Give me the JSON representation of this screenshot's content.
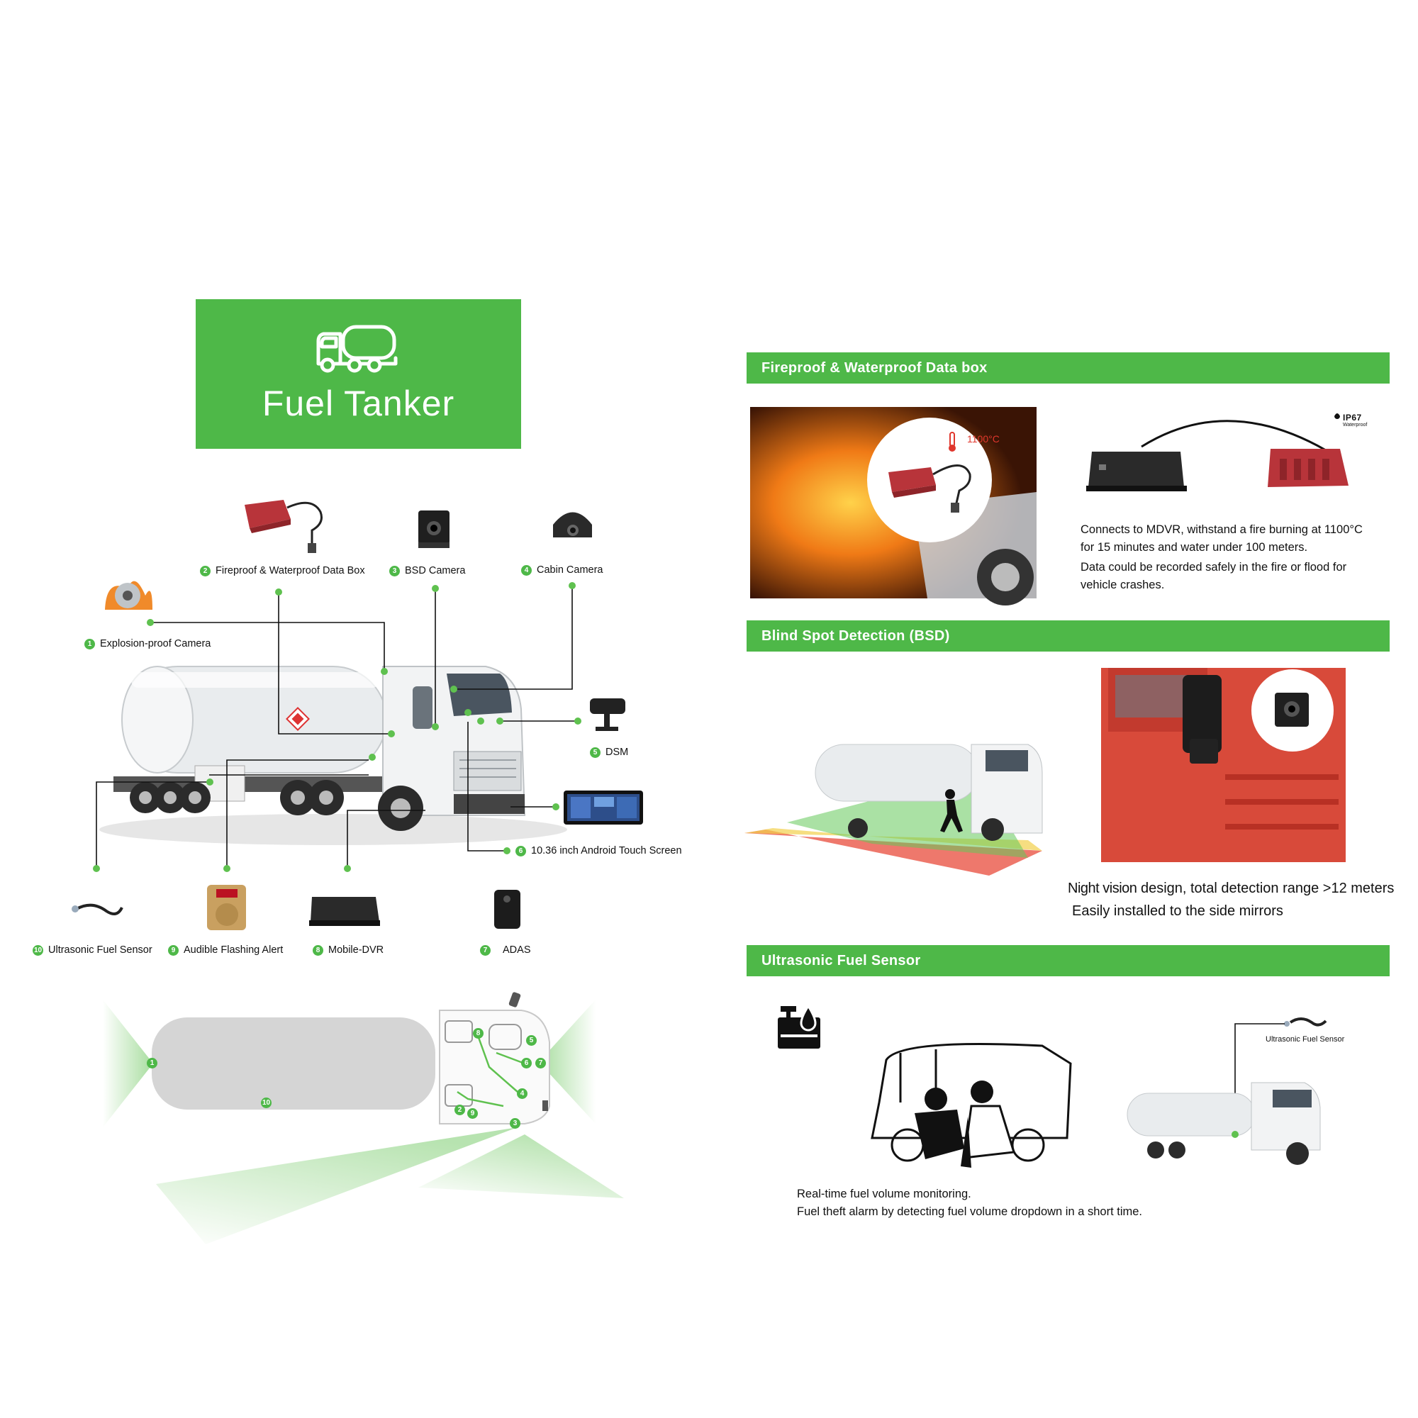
{
  "header": {
    "title": "Fuel Tanker"
  },
  "components": [
    {
      "num": "1",
      "label": "Explosion-proof Camera"
    },
    {
      "num": "2",
      "label": "Fireproof & Waterproof Data Box"
    },
    {
      "num": "3",
      "label": "BSD Camera"
    },
    {
      "num": "4",
      "label": "Cabin Camera"
    },
    {
      "num": "5",
      "label": "DSM"
    },
    {
      "num": "6",
      "label": "10.36 inch Android Touch Screen"
    },
    {
      "num": "7",
      "label": "ADAS"
    },
    {
      "num": "8",
      "label": "Mobile-DVR"
    },
    {
      "num": "9",
      "label": "Audible Flashing Alert"
    },
    {
      "num": "10",
      "label": "Ultrasonic Fuel Sensor"
    }
  ],
  "topview_markers": [
    "1",
    "2",
    "3",
    "4",
    "5",
    "6",
    "7",
    "8",
    "9",
    "10"
  ],
  "sections": {
    "fireproof": {
      "title": "Fireproof & Waterproof Data box",
      "temp_badge": "1100°C",
      "ip_badge": "IP67",
      "ip_sub": "Waterproof",
      "lines": [
        "Connects to MDVR, withstand a fire burning at 1100°C",
        "for 15 minutes and water under 100 meters.",
        "Data could be recorded safely in the fire or flood for",
        "vehicle crashes."
      ]
    },
    "bsd": {
      "title": "Blind Spot Detection (BSD)",
      "line1_a": "Night vision",
      "line1_b": " design, total detection range >12 meters",
      "line2": "Easily installed to the side mirrors"
    },
    "fuel": {
      "title": "Ultrasonic Fuel Sensor",
      "sensor_caption": "Ultrasonic Fuel Sensor",
      "lines": [
        "Real-time fuel volume monitoring.",
        "Fuel theft alarm by detecting fuel volume dropdown in a short time."
      ]
    }
  },
  "colors": {
    "brand_green": "#4eb848",
    "dot_green": "#5fc14f",
    "databox_red": "#c0353a",
    "alert_red": "#e0362c"
  }
}
